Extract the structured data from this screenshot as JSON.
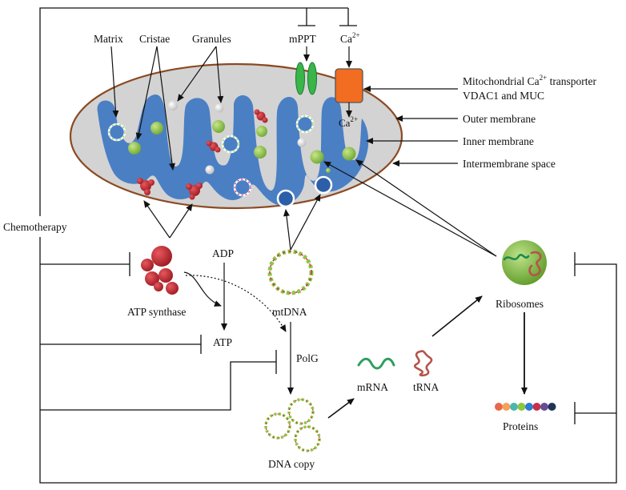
{
  "labels": {
    "matrix": "Matrix",
    "cristae": "Cristae",
    "granules": "Granules",
    "mppt": "mPPT",
    "ca_top": "Ca",
    "ca_top_sup": "2+",
    "ca_inner": "Ca",
    "ca_inner_sup": "2+",
    "transporter_line1": "Mitochondrial Ca",
    "transporter_sup": "2+",
    "transporter_line1_end": " transporter",
    "transporter_line2": "VDAC1 and MUC",
    "outer_membrane": "Outer membrane",
    "inner_membrane": "Inner membrane",
    "intermembrane_space": "Intermembrane space",
    "chemotherapy": "Chemotherapy",
    "adp": "ADP",
    "atp_synthase": "ATP synthase",
    "atp": "ATP",
    "mtdna": "mtDNA",
    "polg": "PolG",
    "dna_copy": "DNA copy",
    "mrna": "mRNA",
    "trna": "tRNA",
    "ribosomes": "Ribosomes",
    "proteins": "Proteins"
  },
  "colors": {
    "outer_membrane_stroke": "#8B4A22",
    "mito_fill": "#D3D3D3",
    "inner_membrane": "#4A7FC4",
    "granule_green": "#8DC63F",
    "atp_synthase_red": "#C1272D",
    "mppt_green": "#39B54A",
    "transporter_orange": "#F26C21",
    "mrna_green": "#2E9E5E",
    "trna_red": "#B5544A",
    "ribosome_green": "#8DC63F",
    "protein_beads": [
      "#E8684A",
      "#F4A259",
      "#4CB5AE",
      "#8DC63F",
      "#2D7DD2",
      "#C4314B",
      "#6A4C93",
      "#1D3557"
    ]
  },
  "icons": {
    "atp_synthase": "atp-synthase-cluster-icon",
    "mtdna": "circular-dna-icon",
    "ribosome": "ribosome-icon",
    "protein_chain": "protein-bead-chain-icon",
    "mrna": "mrna-strand-icon",
    "trna": "trna-icon"
  }
}
